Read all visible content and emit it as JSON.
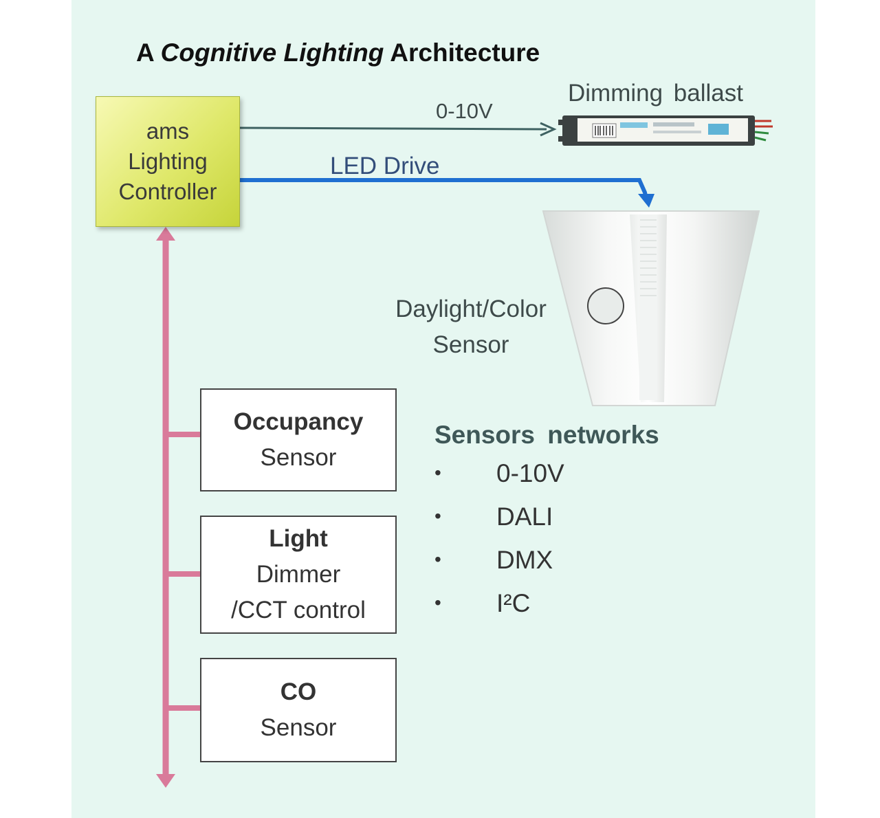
{
  "title": {
    "prefix": "A ",
    "italic": "Cognitive Lighting",
    "suffix": " Architecture"
  },
  "controller": {
    "line1": "ams",
    "line2": "Lighting",
    "line3": "Controller"
  },
  "links": {
    "dimming_signal": "0-10V",
    "led_drive": "LED Drive"
  },
  "ballast": {
    "label": "Dimming  ballast"
  },
  "fixture_sensor": {
    "line1": "Daylight/Color",
    "line2": "Sensor"
  },
  "sensors": [
    {
      "title": "Occupancy",
      "line2": "Sensor",
      "line3": ""
    },
    {
      "title": "Light",
      "line2": "Dimmer",
      "line3": "/CCT  control"
    },
    {
      "title": "CO",
      "line2": "Sensor",
      "line3": ""
    }
  ],
  "networks": {
    "heading": "Sensors  networks",
    "items": [
      "0-10V",
      "DALI",
      "DMX",
      "I²C"
    ]
  },
  "colors": {
    "background": "#e6f7f1",
    "bus": "#d97a9a",
    "led_drive_line": "#1f6fd1",
    "signal_line": "#3f6262"
  }
}
